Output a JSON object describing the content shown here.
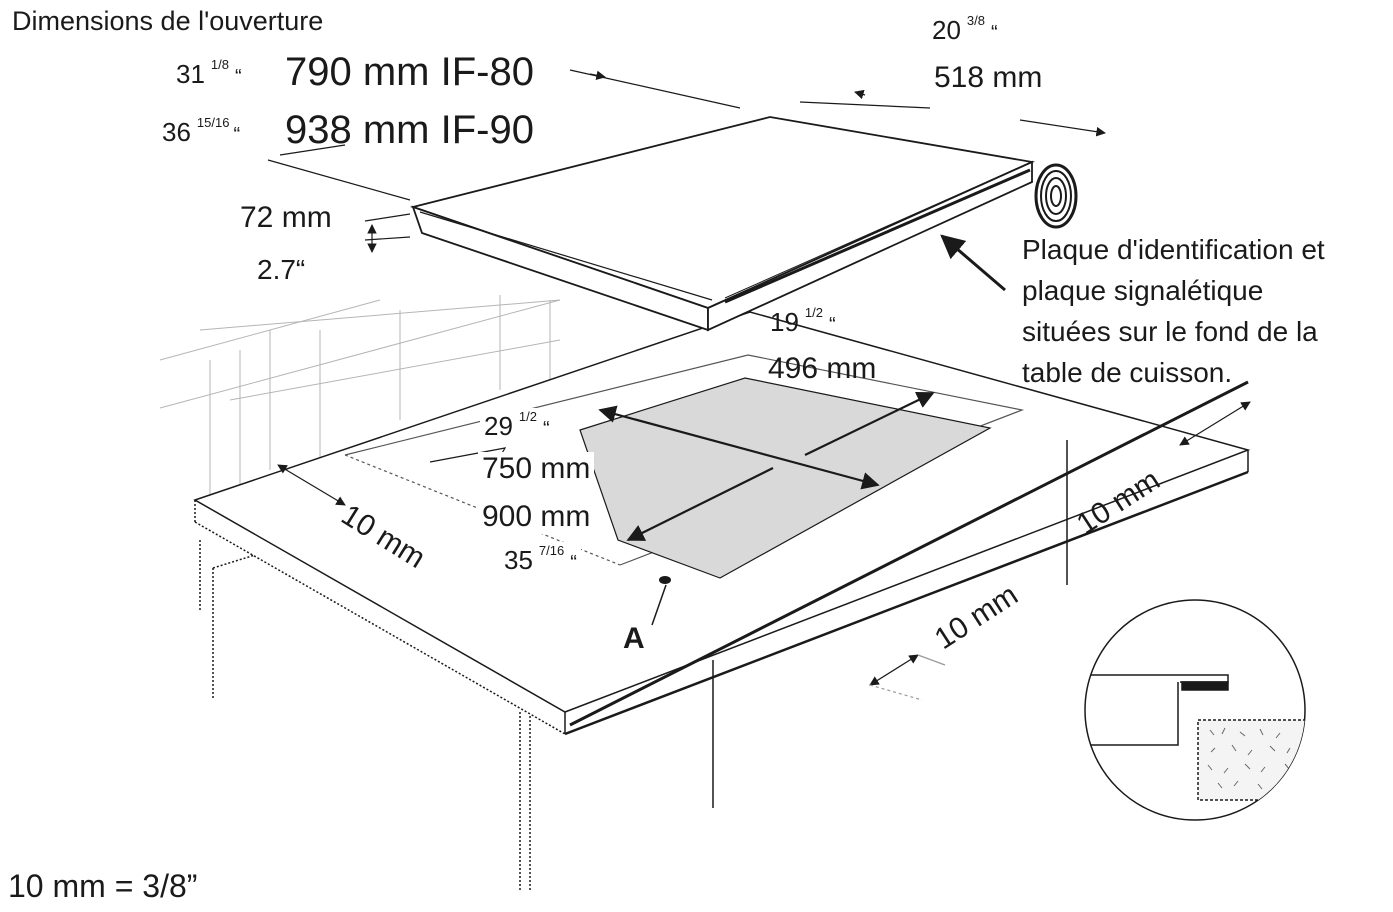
{
  "title": "Dimensions de l'ouverture",
  "width_imperial": {
    "whole": "31",
    "frac": "1/8",
    "quote": "“"
  },
  "width_if80": "790 mm IF-80",
  "width_imperial_90": {
    "whole": "36",
    "frac": "15/16",
    "quote": "“"
  },
  "width_if90": "938 mm IF-90",
  "depth_imperial": {
    "whole": "20",
    "frac": "3/8",
    "quote": "“"
  },
  "depth_mm": "518 mm",
  "height_mm": "72 mm",
  "height_in": "2.7“",
  "cutout_depth_imperial": {
    "whole": "19",
    "frac": "1/2",
    "quote": "“"
  },
  "cutout_depth_mm": "496 mm",
  "cutout_width_imperial_a": {
    "whole": "29",
    "frac": "1/2",
    "quote": "“"
  },
  "cutout_width_mm_a": "750 mm",
  "cutout_width_mm_b": "900 mm",
  "cutout_width_imperial_b": {
    "whole": "35",
    "frac": "7/16",
    "quote": "“"
  },
  "clearance_left": "10 mm",
  "clearance_front": "10 mm",
  "clearance_right": "10 mm",
  "nameplate_note": [
    "Plaque d'identification et",
    "plaque signalétique",
    "situées sur le fond de la",
    "table de cuisson."
  ],
  "marker_a": "A",
  "conversion": "10 mm = 3/8”",
  "colors": {
    "line": "#1a1a1a",
    "surface": "#ffffff",
    "cutout": "#d9d9d9",
    "faint": "#b5b5b5"
  }
}
